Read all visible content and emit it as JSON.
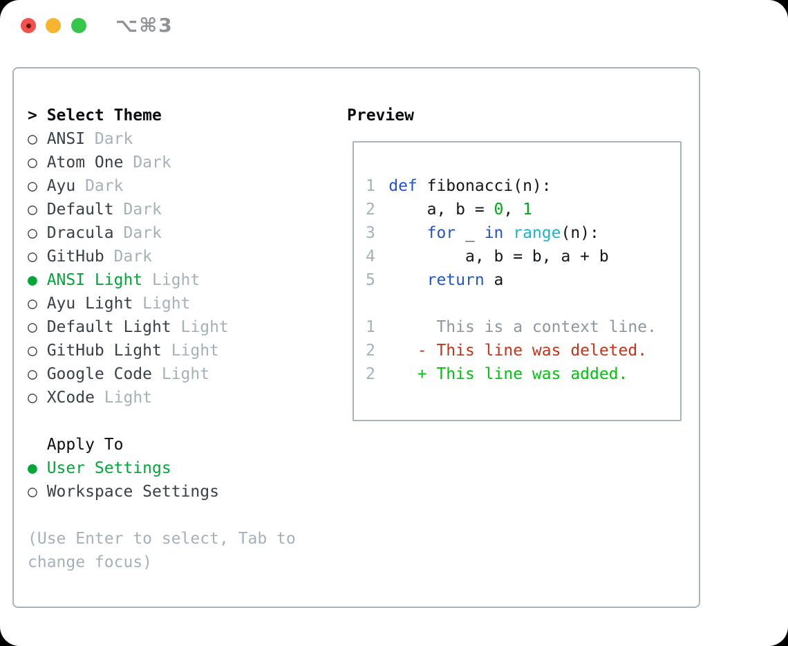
{
  "titlebar": {
    "shortcut_label": "⌥⌘3"
  },
  "panel": {
    "theme_selector": {
      "prompt": ">",
      "title": "Select Theme",
      "radio_selected_glyph": "●",
      "radio_unselected_glyph": "○",
      "items": [
        {
          "label": "ANSI",
          "tag": "Dark",
          "selected": false
        },
        {
          "label": "Atom One",
          "tag": "Dark",
          "selected": false
        },
        {
          "label": "Ayu",
          "tag": "Dark",
          "selected": false
        },
        {
          "label": "Default",
          "tag": "Dark",
          "selected": false
        },
        {
          "label": "Dracula",
          "tag": "Dark",
          "selected": false
        },
        {
          "label": "GitHub",
          "tag": "Dark",
          "selected": false
        },
        {
          "label": "ANSI Light",
          "tag": "Light",
          "selected": true
        },
        {
          "label": "Ayu Light",
          "tag": "Light",
          "selected": false
        },
        {
          "label": "Default Light",
          "tag": "Light",
          "selected": false
        },
        {
          "label": "GitHub Light",
          "tag": "Light",
          "selected": false
        },
        {
          "label": "Google Code",
          "tag": "Light",
          "selected": false
        },
        {
          "label": "XCode",
          "tag": "Light",
          "selected": false
        }
      ]
    },
    "apply_to": {
      "title": "Apply To",
      "options": [
        {
          "label": "User Settings",
          "selected": true
        },
        {
          "label": "Workspace Settings",
          "selected": false
        }
      ]
    },
    "help_lines": [
      "(Use Enter to select, Tab to",
      "change focus)"
    ],
    "preview": {
      "title": "Preview",
      "code_lines": [
        {
          "num": "1",
          "tokens": [
            [
              "keyword",
              "def"
            ],
            [
              "plain",
              " fibonacci(n):"
            ]
          ]
        },
        {
          "num": "2",
          "tokens": [
            [
              "plain",
              "    a, b = "
            ],
            [
              "number",
              "0"
            ],
            [
              "plain",
              ", "
            ],
            [
              "number",
              "1"
            ]
          ]
        },
        {
          "num": "3",
          "tokens": [
            [
              "plain",
              "    "
            ],
            [
              "keyword",
              "for"
            ],
            [
              "plain",
              " _ "
            ],
            [
              "keyword",
              "in"
            ],
            [
              "plain",
              " "
            ],
            [
              "builtin",
              "range"
            ],
            [
              "plain",
              "(n):"
            ]
          ]
        },
        {
          "num": "4",
          "tokens": [
            [
              "plain",
              "        a, b = b, a + b"
            ]
          ]
        },
        {
          "num": "5",
          "tokens": [
            [
              "plain",
              "    "
            ],
            [
              "keyword",
              "return"
            ],
            [
              "plain",
              " a"
            ]
          ]
        }
      ],
      "diff_lines": [
        {
          "num": "1",
          "kind": "context",
          "text": "     This is a context line."
        },
        {
          "num": "2",
          "kind": "deleted",
          "text": "   - This line was deleted."
        },
        {
          "num": "2",
          "kind": "added",
          "text": "   + This line was added."
        }
      ]
    }
  },
  "colors": {
    "window_bg": "#ffffff",
    "border": "#a9b2bc",
    "heading_text": "#0b0d10",
    "item_text": "#3a4048",
    "muted": "#a6b0bb",
    "context_gray": "#8e969e",
    "accent_green": "#00a737",
    "added_green": "#00c30e",
    "deleted_red": "#c93119",
    "keyword_blue": "#2253d0",
    "builtin_cyan": "#17b6c9",
    "number_green": "#00a716",
    "code_text": "#14171a",
    "shortcut_gray": "#8f9296",
    "traffic_red": "#f2524b",
    "traffic_red_dot": "#6b1410",
    "traffic_yellow": "#f7b42f",
    "traffic_green": "#36c64c"
  }
}
